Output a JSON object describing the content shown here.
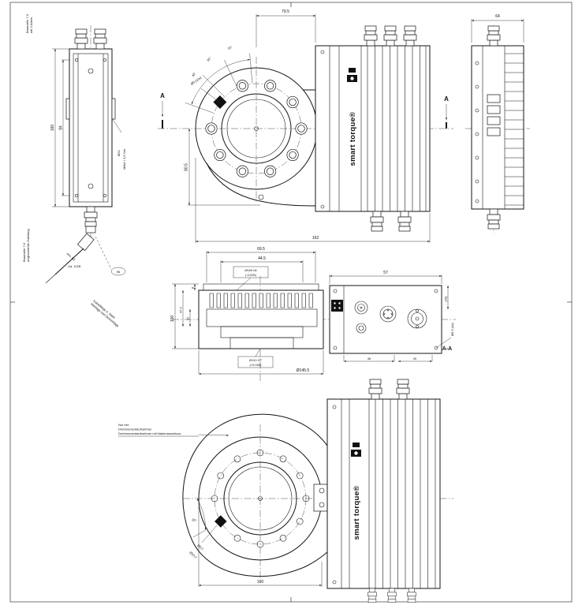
{
  "brand": {
    "logo": "smart torque®"
  },
  "section": {
    "cut_letter": "A",
    "view_label": "A-A"
  },
  "sheet": {
    "corner_note_1": "Baumaße 7,0",
    "corner_note_2": "mit 2 Adern"
  },
  "left_view": {
    "dim_height": "160",
    "dim_inner": "94",
    "note_right_1": "Ø24",
    "note_right_2": "M8x1 / 3,5 Nm",
    "cable_note_1": "min. 63",
    "cable_note_2": "Baumaße 7,0",
    "cable_note_3": "ungeschirmte Zuleitung",
    "cable_note_4": "Ua. 1228",
    "cable_badge": "96",
    "cable_note_5": "Kabellänge n. Wahl",
    "cable_note_6": "Montage und Demontage"
  },
  "front_view": {
    "dim_top": "79.5",
    "dim_height": "80.5",
    "dim_width": "162",
    "angle_1": "45°",
    "angle_2": "30°",
    "angle_3": "10°",
    "bolt_callout": "Ø9 (10x)"
  },
  "right_view": {
    "dim_top": "64"
  },
  "section_view": {
    "dim_top_1": "69.5",
    "dim_top_2": "44.5",
    "callout_top_line1": "Ø160 h6",
    "callout_top_line2": "(-0,025)",
    "dim_left_1": "100",
    "dim_left_2": "47.2",
    "dim_left_3": "22",
    "dim_left_4": "8",
    "dim_right_top": "57",
    "dim_right_side": "(20)",
    "connector_callout": "Ø5.5 (4x)",
    "callout_bottom_line1": "Ø110 H7",
    "callout_bottom_line2": "(+0,035)",
    "dim_bottom_1": "Ø145.5",
    "dim_bottom_2": "46",
    "dim_bottom_3": "40"
  },
  "bottom_view": {
    "note_line_1": "Nur bei:",
    "note_line_2": "Drehmomentaufnehmer",
    "note_line_3": "Drehmomentaufnehmer mit Nabenanschluss",
    "angle": "30°",
    "runout_callout": "Ø0,2",
    "bolt_callout": "Ø10,2",
    "dim_width": "160"
  }
}
